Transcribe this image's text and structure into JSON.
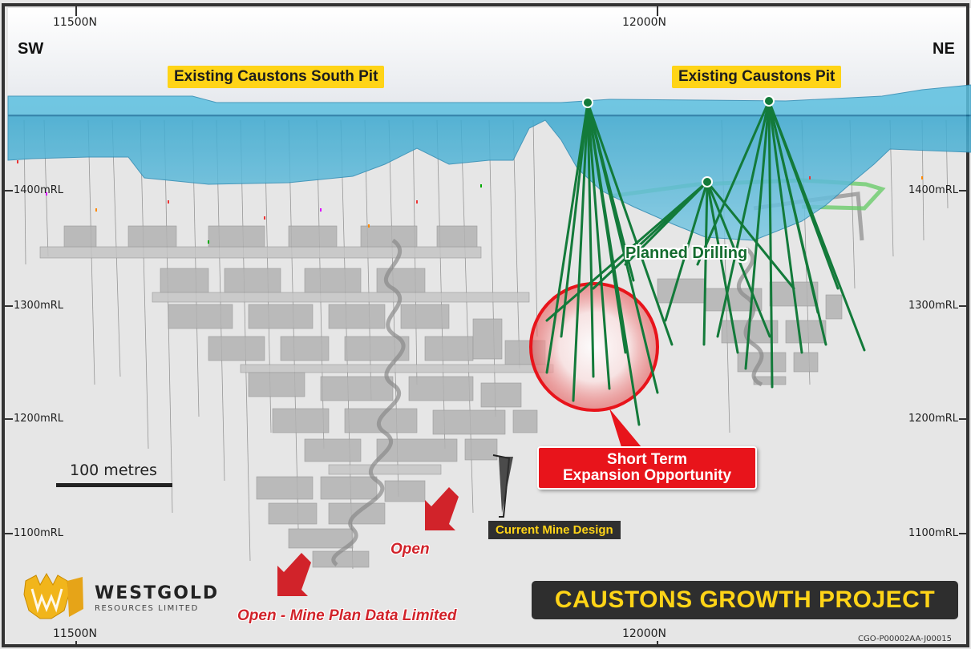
{
  "grid": {
    "top_eastings": [
      "11500N",
      "12000N"
    ],
    "bottom_eastings": [
      "11500N",
      "12000N"
    ],
    "left_levels": [
      "1400mRL",
      "1300mRL",
      "1200mRL",
      "1100mRL"
    ],
    "right_levels": [
      "1400mRL",
      "1300mRL",
      "1200mRL",
      "1100mRL"
    ]
  },
  "orientation": {
    "left": "SW",
    "right": "NE"
  },
  "labels": {
    "south_pit": "Existing Caustons South Pit",
    "caustons_pit": "Existing Caustons Pit",
    "planned_drilling": "Planned Drilling",
    "opportunity_line1": "Short Term",
    "opportunity_line2": "Expansion Opportunity",
    "current_mine_design": "Current Mine Design",
    "open": "Open",
    "open_limited": "Open - Mine Plan Data Limited"
  },
  "scale_bar": {
    "label": "100 metres"
  },
  "logo": {
    "name": "WESTGOLD",
    "sub": "RESOURCES LIMITED"
  },
  "project_title": "CAUSTONS GROWTH PROJECT",
  "document_ref": "CGO-P00002AA-J00015",
  "colors": {
    "pit": "#4fb8d8",
    "drill": "#137a3a",
    "label_yellow": "#ffd417",
    "opportunity_red": "#e8141b",
    "open_red": "#d1232a",
    "frame": "#2e2e2e"
  }
}
